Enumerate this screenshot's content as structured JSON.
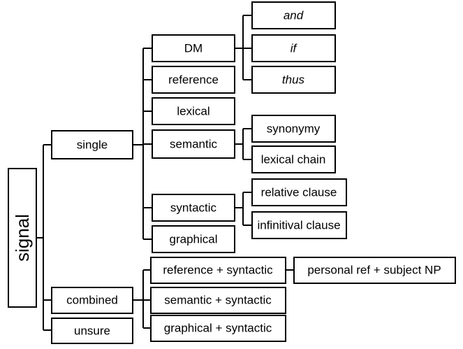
{
  "tree": {
    "root": "signal",
    "single": {
      "label": "single",
      "dm": {
        "label": "DM",
        "children": [
          "and",
          "if",
          "thus"
        ]
      },
      "reference": "reference",
      "lexical": "lexical",
      "semantic": {
        "label": "semantic",
        "children": [
          "synonymy",
          "lexical chain"
        ]
      },
      "syntactic": {
        "label": "syntactic",
        "children": [
          "relative clause",
          "infinitival clause"
        ]
      },
      "graphical": "graphical"
    },
    "combined": {
      "label": "combined",
      "reference_syntactic": {
        "label": "reference + syntactic",
        "child": "personal ref + subject NP"
      },
      "semantic_syntactic": "semantic + syntactic",
      "graphical_syntactic": "graphical + syntactic"
    },
    "unsure": "unsure"
  }
}
